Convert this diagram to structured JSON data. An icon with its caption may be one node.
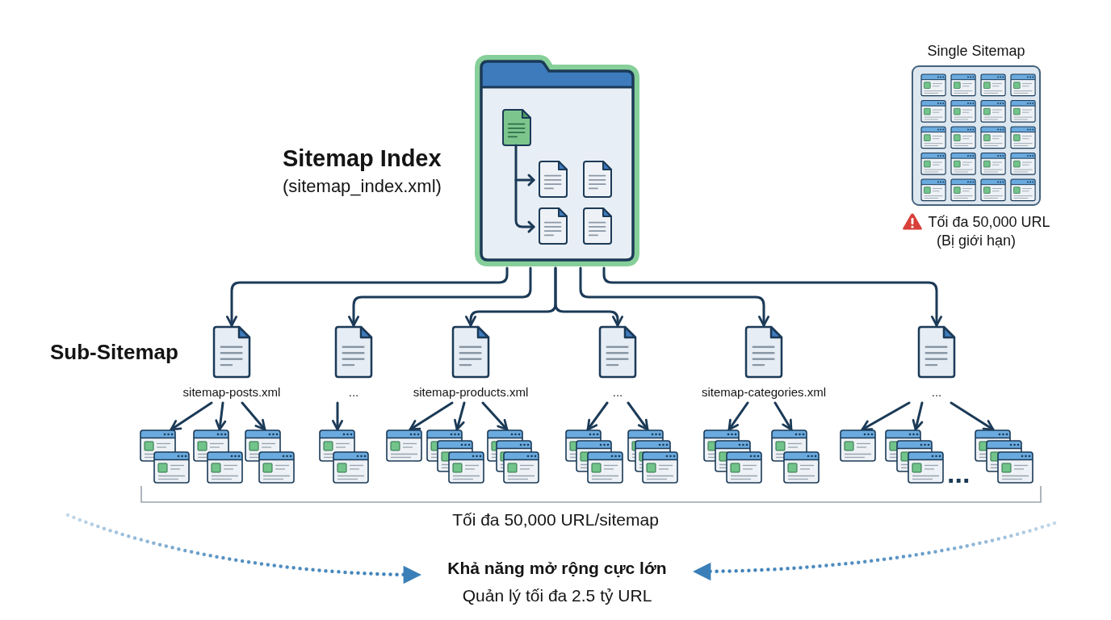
{
  "diagram": {
    "nodes": [
      {
        "text": [
          "Sitemap Index",
          "(sitemap_index.xml)"
        ]
      },
      {
        "text": [
          "Single Sitemap"
        ],
        "beside": [
          "Tối đa 50,000 URL",
          "(Bị giới hạn)"
        ]
      },
      {
        "text": [
          "sitemap-posts.xml"
        ]
      },
      {
        "text": [
          "..."
        ]
      },
      {
        "text": [
          "sitemap-products.xml"
        ]
      },
      {
        "text": [
          "..."
        ]
      },
      {
        "text": [
          "sitemap-categories.xml"
        ]
      },
      {
        "text": [
          "..."
        ]
      },
      {
        "text": [],
        "shape": "picture"
      },
      {
        "text": [],
        "shape": "picture"
      },
      {
        "text": [],
        "shape": "picture"
      },
      {
        "text": [],
        "shape": "picture"
      },
      {
        "text": [],
        "shape": "picture"
      },
      {
        "text": [],
        "shape": "picture"
      },
      {
        "text": [],
        "shape": "picture"
      },
      {
        "text": [],
        "shape": "picture"
      },
      {
        "text": [],
        "shape": "picture"
      },
      {
        "text": [],
        "shape": "picture"
      },
      {
        "text": [],
        "shape": "picture"
      },
      {
        "text": [],
        "shape": "picture"
      },
      {
        "text": [],
        "shape": "picture"
      },
      {
        "text": [],
        "shape": "picture"
      },
      {
        "text": [
          "Khả năng mở rộng cực lớn",
          "Quản lý tối đa 2.5 tỷ URL"
        ]
      }
    ],
    "edges": [
      {
        "from": 0,
        "to": 2,
        "arrow": "to"
      },
      {
        "from": 0,
        "to": 3,
        "arrow": "to"
      },
      {
        "from": 0,
        "to": 4,
        "arrow": "to"
      },
      {
        "from": 0,
        "to": 5,
        "arrow": "to"
      },
      {
        "from": 0,
        "to": 6,
        "arrow": "to"
      },
      {
        "from": 0,
        "to": 7,
        "arrow": "to"
      },
      {
        "from": 2,
        "to": 8,
        "arrow": "to"
      },
      {
        "from": 2,
        "to": 9,
        "arrow": "to"
      },
      {
        "from": 2,
        "to": 10,
        "arrow": "to"
      },
      {
        "from": 3,
        "to": 11,
        "arrow": "to"
      },
      {
        "from": 4,
        "to": 12,
        "arrow": "to"
      },
      {
        "from": 4,
        "to": 13,
        "arrow": "to"
      },
      {
        "from": 4,
        "to": 14,
        "arrow": "to"
      },
      {
        "from": 5,
        "to": 15,
        "arrow": "to"
      },
      {
        "from": 5,
        "to": 16,
        "arrow": "to"
      },
      {
        "from": 6,
        "to": 17,
        "arrow": "to"
      },
      {
        "from": 6,
        "to": 18,
        "arrow": "to"
      },
      {
        "from": 7,
        "to": 19,
        "arrow": "to"
      },
      {
        "from": 7,
        "to": 20,
        "arrow": "to"
      },
      {
        "from": 7,
        "to": 21,
        "arrow": "to"
      },
      {
        "from": null,
        "to": 22,
        "arrow": "to",
        "style": "dashed",
        "color": "#3a7fb8"
      },
      {
        "from": null,
        "to": 22,
        "arrow": "to",
        "style": "dashed",
        "color": "#3a7fb8"
      }
    ],
    "labels": [
      "Sub-Sitemap",
      "...",
      "Tối đa 50,000 URL/sitemap"
    ]
  }
}
